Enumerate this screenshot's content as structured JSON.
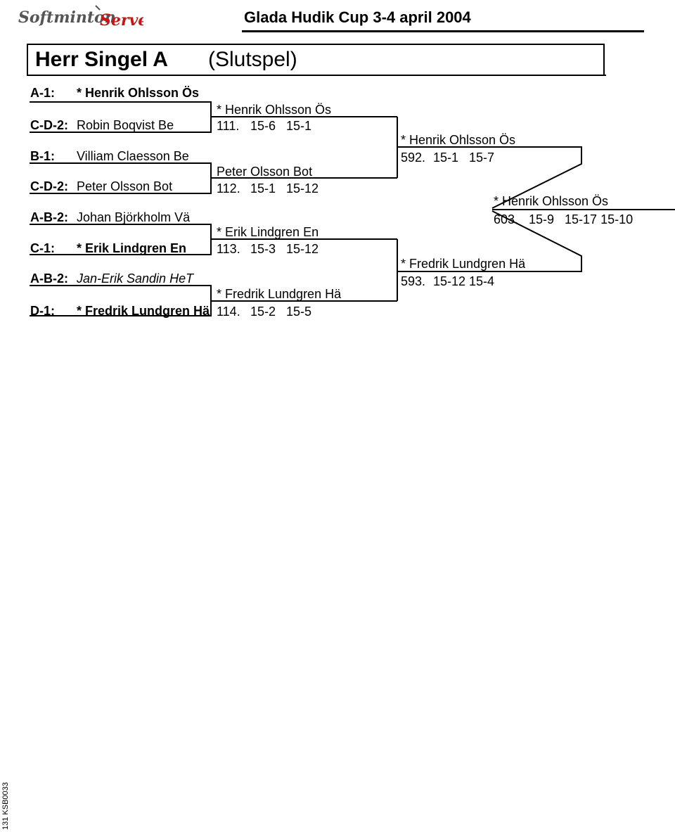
{
  "header": {
    "logo_text": "Softminton Serve",
    "cup_title": "Glada Hudik Cup 3-4 april 2004"
  },
  "event": {
    "title": "Herr Singel A",
    "stage": "(Slutspel)"
  },
  "entries": [
    {
      "seed": "A-1:",
      "name": "* Henrik Ohlsson Ös"
    },
    {
      "seed": "C-D-2:",
      "name": "Robin Boqvist Be"
    },
    {
      "seed": "B-1:",
      "name": "Villiam Claesson Be"
    },
    {
      "seed": "C-D-2:",
      "name": "Peter Olsson Bot"
    },
    {
      "seed": "A-B-2:",
      "name": "Johan Björkholm Vä"
    },
    {
      "seed": "C-1:",
      "name": "* Erik Lindgren En"
    },
    {
      "seed": "A-B-2:",
      "name": "Jan-Erik Sandin HeT"
    },
    {
      "seed": "D-1:",
      "name": "* Fredrik Lundgren Hä"
    }
  ],
  "round1": [
    {
      "winner": "* Henrik Ohlsson Ös",
      "match": "111.",
      "score": "15-6   15-1"
    },
    {
      "winner": "Peter Olsson Bot",
      "match": "112.",
      "score": "15-1   15-12"
    },
    {
      "winner": "* Erik Lindgren En",
      "match": "113.",
      "score": "15-3   15-12"
    },
    {
      "winner": "* Fredrik Lundgren Hä",
      "match": "114.",
      "score": "15-2   15-5"
    }
  ],
  "semifinals": [
    {
      "winner": "* Henrik Ohlsson Ös",
      "match": "592.",
      "score": "15-1   15-7"
    },
    {
      "winner": "* Fredrik Lundgren Hä",
      "match": "593.",
      "score": "15-12 15-4"
    }
  ],
  "final": {
    "winner": "* Henrik Ohlsson Ös",
    "match": "603.",
    "score": "15-9   15-17 15-10"
  },
  "footer": {
    "code": "131  KSB0033"
  }
}
